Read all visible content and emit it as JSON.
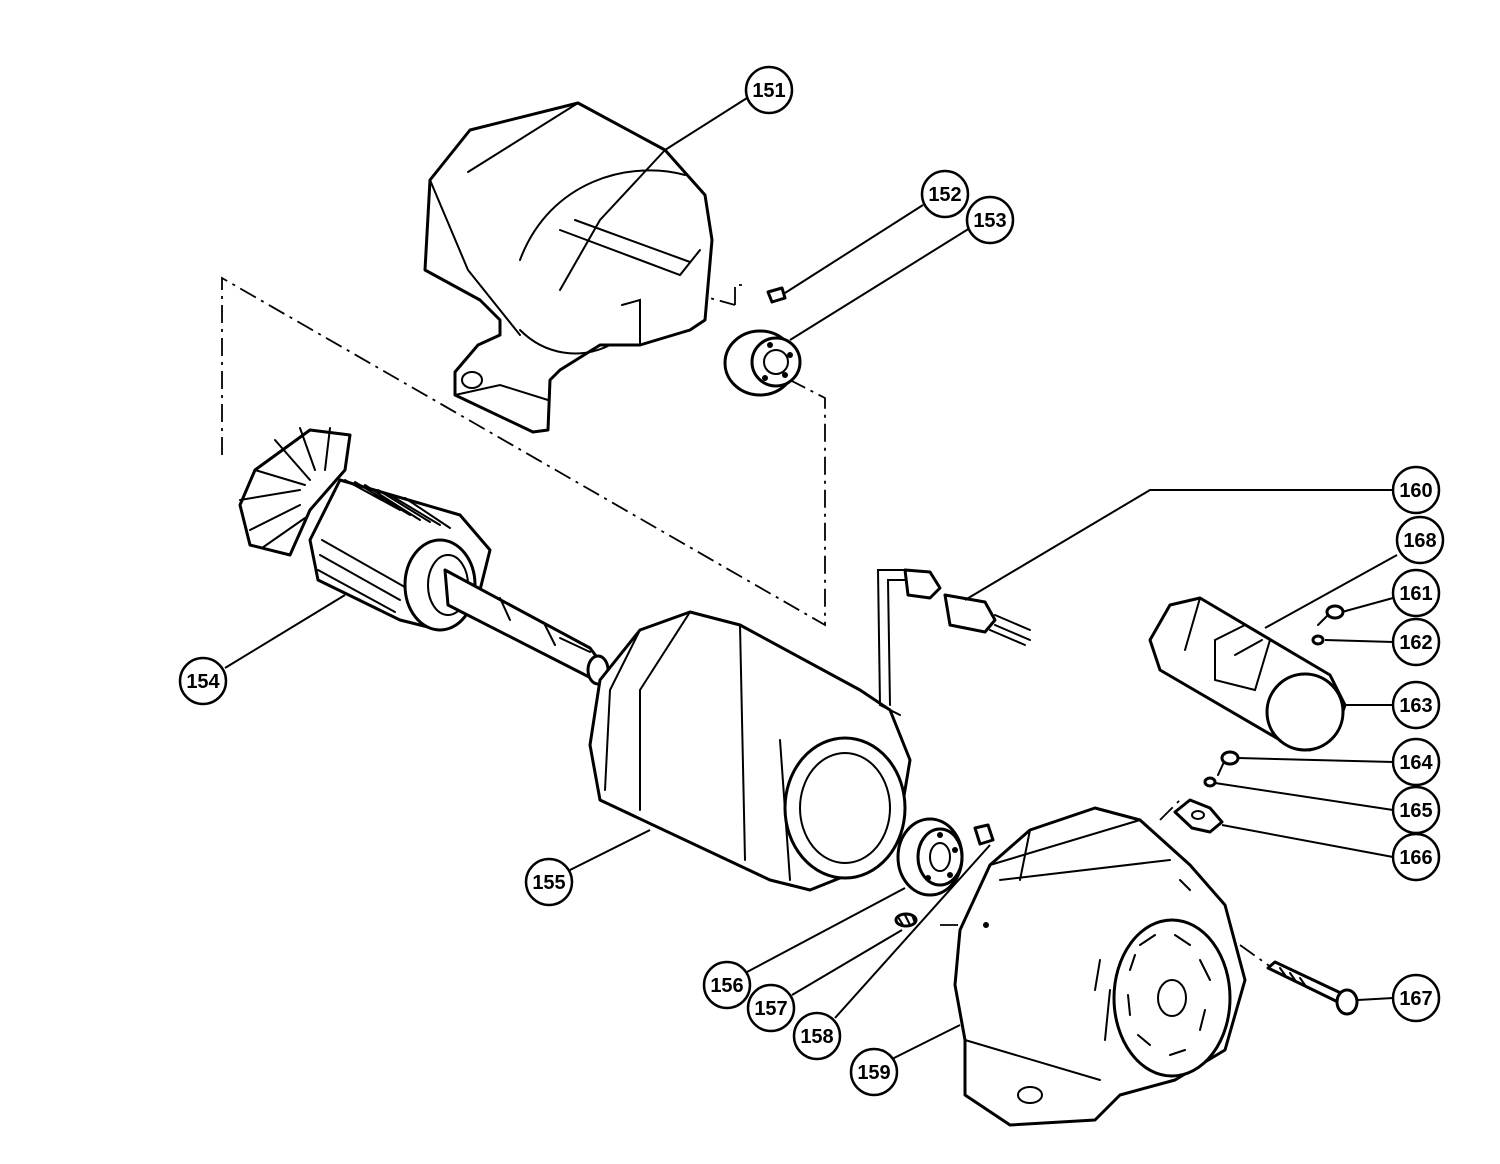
{
  "diagram": {
    "callouts": [
      {
        "id": "151",
        "label": "151"
      },
      {
        "id": "152",
        "label": "152"
      },
      {
        "id": "153",
        "label": "153"
      },
      {
        "id": "154",
        "label": "154"
      },
      {
        "id": "155",
        "label": "155"
      },
      {
        "id": "156",
        "label": "156"
      },
      {
        "id": "157",
        "label": "157"
      },
      {
        "id": "158",
        "label": "158"
      },
      {
        "id": "159",
        "label": "159"
      },
      {
        "id": "160",
        "label": "160"
      },
      {
        "id": "161",
        "label": "161"
      },
      {
        "id": "162",
        "label": "162"
      },
      {
        "id": "163",
        "label": "163"
      },
      {
        "id": "164",
        "label": "164"
      },
      {
        "id": "165",
        "label": "165"
      },
      {
        "id": "166",
        "label": "166"
      },
      {
        "id": "167",
        "label": "167"
      },
      {
        "id": "168",
        "label": "168"
      }
    ],
    "colors": {
      "line": "#000000",
      "background": "#ffffff"
    }
  }
}
